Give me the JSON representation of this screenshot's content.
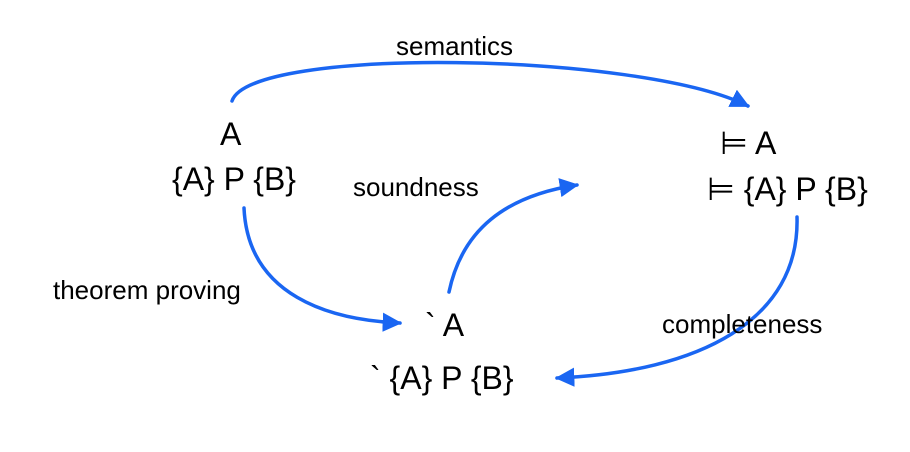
{
  "colors": {
    "arrow": "#1a66f2",
    "text": "#000000",
    "background": "#ffffff"
  },
  "nodes": {
    "source": {
      "line1": "A",
      "line2": "{A} P {B}"
    },
    "semantic": {
      "line1": "⊨ A",
      "line2": "⊨ {A} P {B}"
    },
    "proof": {
      "line1": "` A",
      "line2": "` {A} P {B}"
    }
  },
  "edges": {
    "semantics": "semantics",
    "theorem_proving": "theorem proving",
    "soundness": "soundness",
    "completeness": "completeness"
  }
}
